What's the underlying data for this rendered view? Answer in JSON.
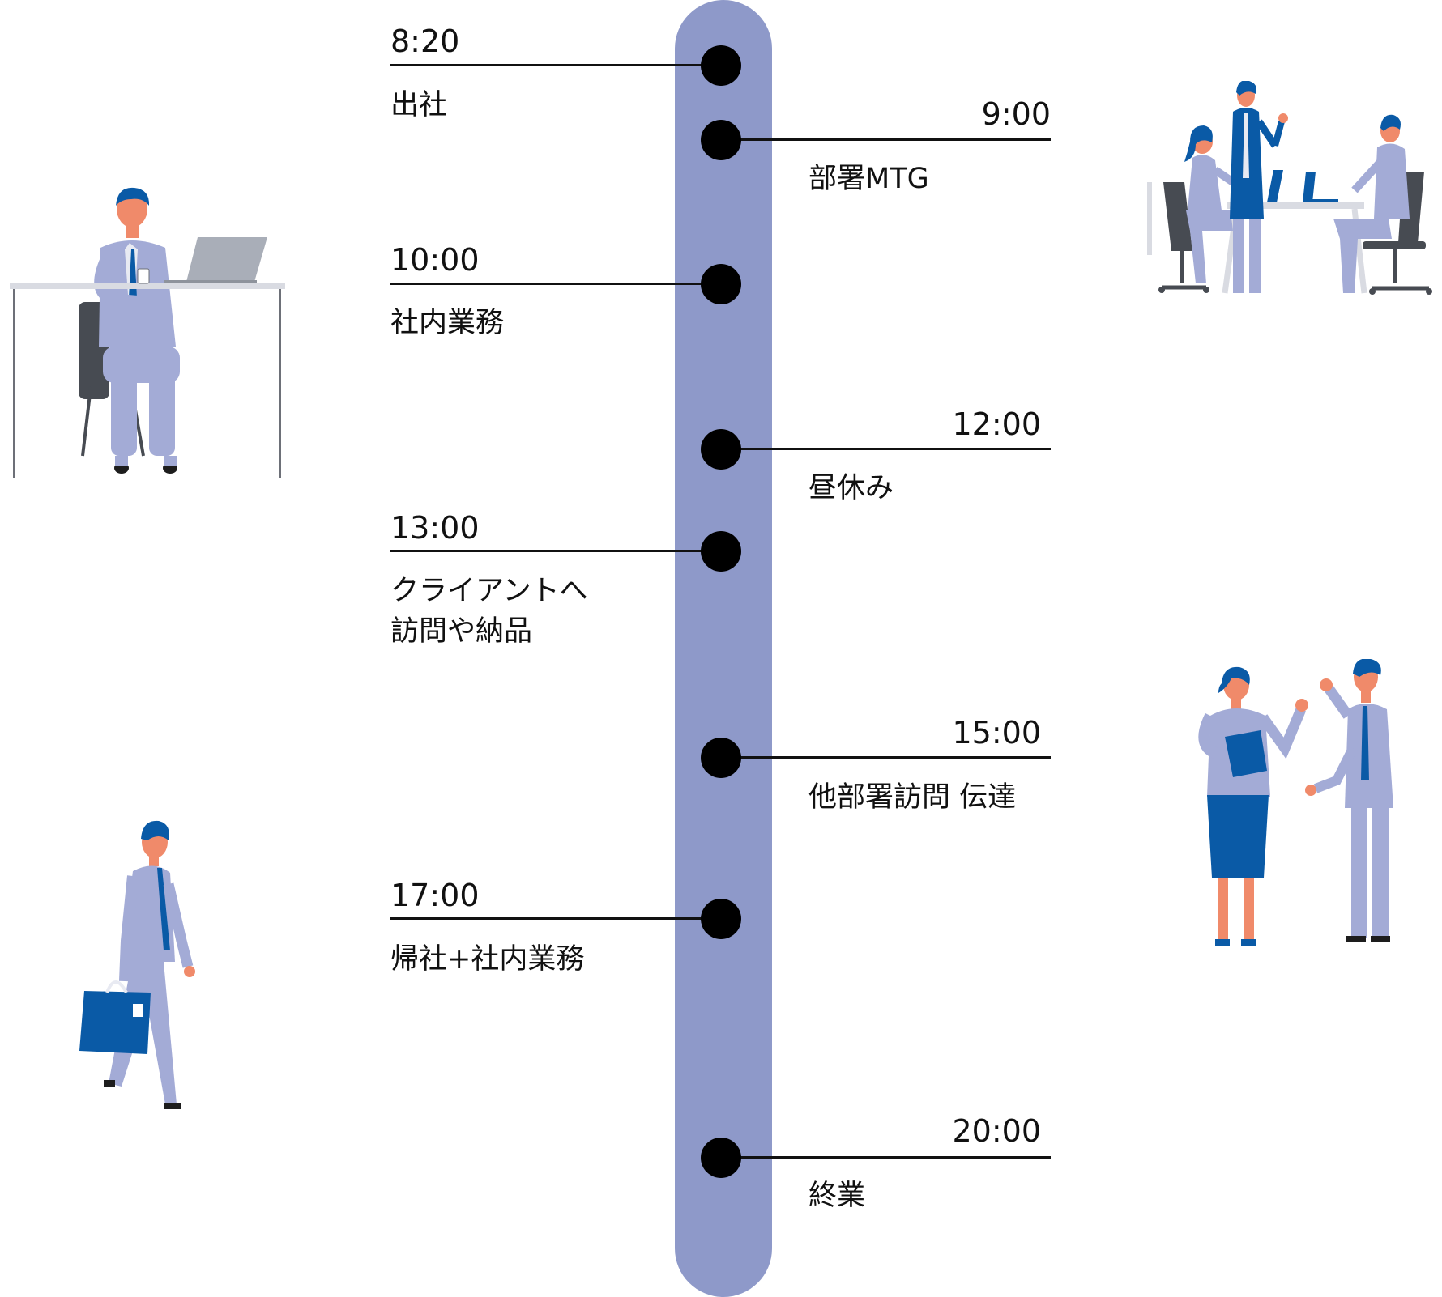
{
  "colors": {
    "timeline": "#8e99c9",
    "dot": "#000000",
    "suit": "#a3abd6",
    "accent_blue": "#0a5aa6",
    "skin": "#f08a6a",
    "hair": "#0a5aa6",
    "desk": "#d9dbe2",
    "chair": "#474b52",
    "laptop": "#a9aeb8"
  },
  "events": [
    {
      "time": "8:20",
      "label": "出社",
      "side": "left"
    },
    {
      "time": "9:00",
      "label": "部署MTG",
      "side": "right"
    },
    {
      "time": "10:00",
      "label": "社内業務",
      "side": "left"
    },
    {
      "time": "12:00",
      "label": "昼休み",
      "side": "right"
    },
    {
      "time": "13:00",
      "label": "クライアントへ\n訪問や納品",
      "side": "left"
    },
    {
      "time": "15:00",
      "label": "他部署訪問 伝達",
      "side": "right"
    },
    {
      "time": "17:00",
      "label": "帰社+社内業務",
      "side": "left"
    },
    {
      "time": "20:00",
      "label": "終業",
      "side": "right"
    }
  ],
  "illustrations": [
    {
      "name": "desk-worker-illustration"
    },
    {
      "name": "meeting-illustration"
    },
    {
      "name": "conversation-illustration"
    },
    {
      "name": "commuter-illustration"
    }
  ]
}
